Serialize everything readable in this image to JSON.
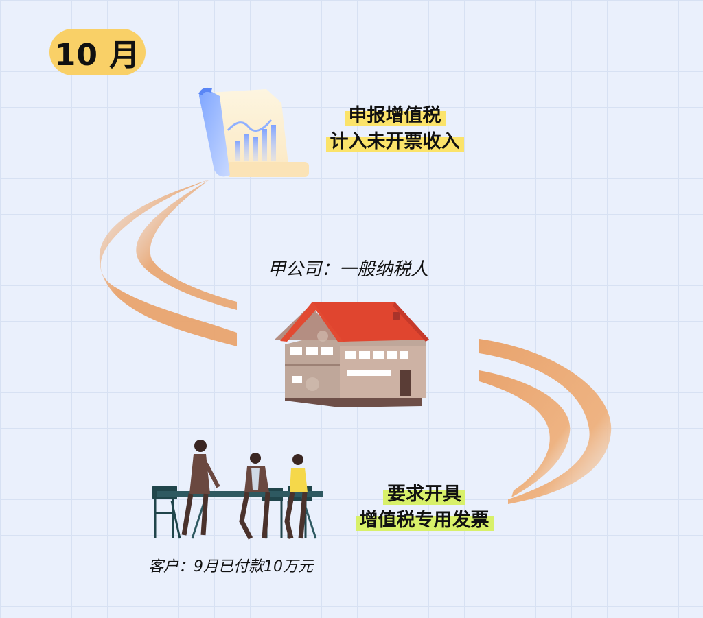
{
  "month": "10 月",
  "report": {
    "line1": "申报增值税",
    "line2": "计入未开票收入"
  },
  "company": {
    "label": "甲公司：一般纳税人"
  },
  "invoice": {
    "line1": "要求开具",
    "line2": "增值税专用发票"
  },
  "customer": {
    "label": "客户：9月已付款10万元"
  },
  "colors": {
    "background": "#eaf0fc",
    "month_badge": "#f9d067",
    "highlight_yellow": "#fbe36a",
    "highlight_green": "#d8f06a",
    "arrow": "#e9a46e",
    "roof": "#e0452f"
  },
  "icons": [
    "document-scroll-icon",
    "house-icon",
    "meeting-people-icon"
  ]
}
